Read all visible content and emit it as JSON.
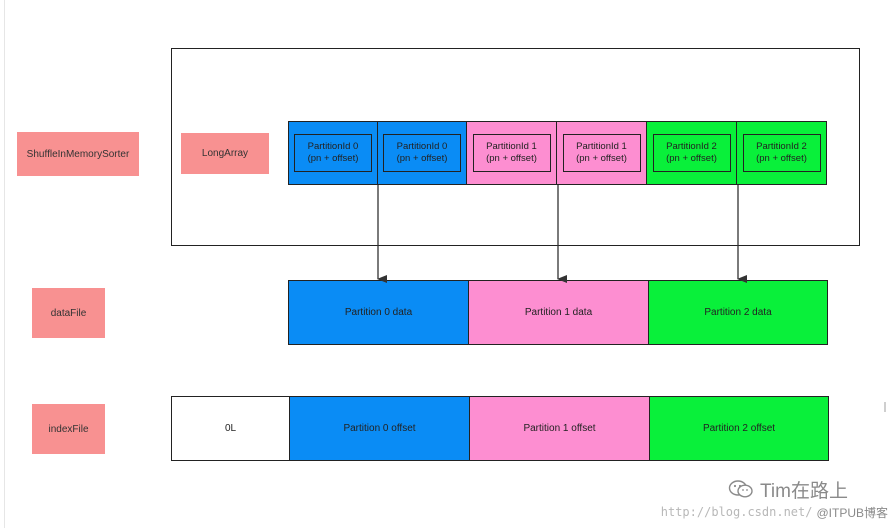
{
  "labels": {
    "sorter": "ShuffleInMemorySorter",
    "long_array": "LongArray",
    "data_file": "dataFile",
    "index_file": "indexFile"
  },
  "long_array_cells": [
    {
      "line1": "PartitionId 0",
      "line2": "(pn + offset)",
      "color": "#0a8cf5"
    },
    {
      "line1": "PartitionId 0",
      "line2": "(pn + offset)",
      "color": "#0a8cf5"
    },
    {
      "line1": "PartitionId 1",
      "line2": "(pn + offset)",
      "color": "#fd8ed1"
    },
    {
      "line1": "PartitionId 1",
      "line2": "(pn + offset)",
      "color": "#fd8ed1"
    },
    {
      "line1": "PartitionId 2",
      "line2": "(pn + offset)",
      "color": "#09f03a"
    },
    {
      "line1": "PartitionId 2",
      "line2": "(pn + offset)",
      "color": "#09f03a"
    }
  ],
  "data_cells": [
    {
      "text": "Partition 0 data",
      "color": "#0a8cf5"
    },
    {
      "text": "Partition 1 data",
      "color": "#fd8ed1"
    },
    {
      "text": "Partition 2 data",
      "color": "#09f03a"
    }
  ],
  "index_cells": [
    {
      "text": "0L",
      "color": "#ffffff"
    },
    {
      "text": "Partition 0 offset",
      "color": "#0a8cf5"
    },
    {
      "text": "Partition 1 offset",
      "color": "#fd8ed1"
    },
    {
      "text": "Partition 2 offset",
      "color": "#09f03a"
    }
  ],
  "watermark": {
    "brand": "Tim在路上",
    "url": "http://blog.csdn.net/",
    "site": "@ITPUB博客"
  }
}
